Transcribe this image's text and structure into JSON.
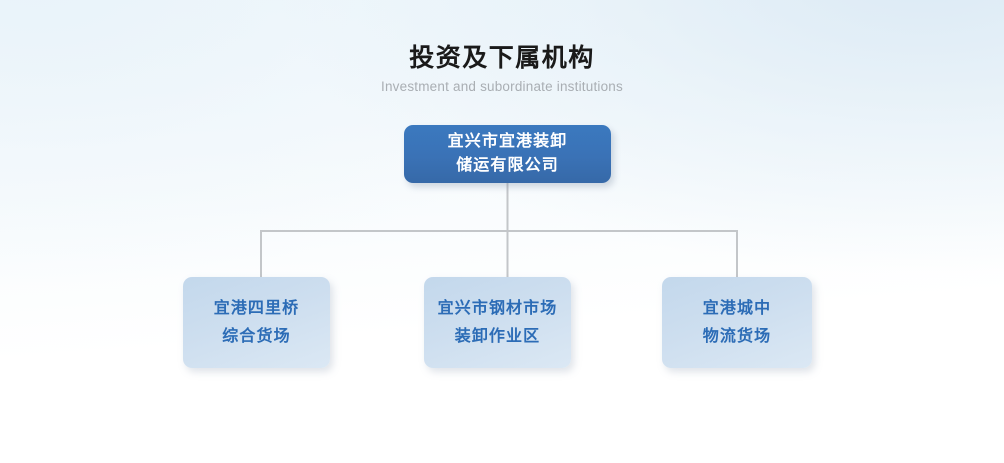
{
  "heading": {
    "title_cn": "投资及下属机构",
    "title_en": "Investment and subordinate institutions"
  },
  "colors": {
    "root_fill": "#3a72b6",
    "root_text": "#ffffff",
    "child_fill": "#cddeef",
    "child_text": "#2c6cb6",
    "connector": "#c3c6c9",
    "title_cn_color": "#1a1a1a",
    "title_en_color": "#a9aeb3",
    "background_top": "#eef6fb",
    "background_bottom": "#ffffff"
  },
  "org_chart": {
    "type": "org-chart",
    "root": {
      "lines": [
        "宜兴市宜港装卸",
        "储运有限公司"
      ],
      "full_text": "宜兴市宜港装卸储运有限公司"
    },
    "children": [
      {
        "lines": [
          "宜港四里桥",
          "综合货场"
        ],
        "full_text": "宜港四里桥综合货场"
      },
      {
        "lines": [
          "宜兴市钢材市场",
          "装卸作业区"
        ],
        "full_text": "宜兴市钢材市场装卸作业区"
      },
      {
        "lines": [
          "宜港城中",
          "物流货场"
        ],
        "full_text": "宜港城中物流货场"
      }
    ]
  }
}
